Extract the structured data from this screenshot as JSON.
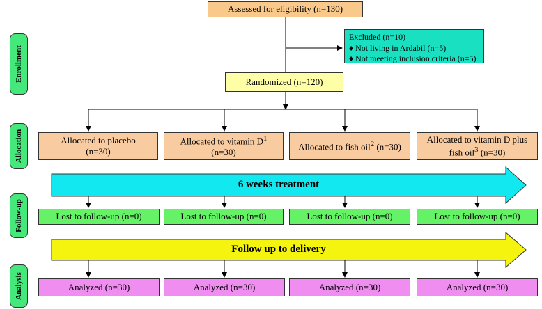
{
  "stages": {
    "enrollment": "Enrollment",
    "allocation": "Allocation",
    "followup": "Follow-up",
    "analysis": "Analysis"
  },
  "top": {
    "assessed": "Assessed for eligibility (n=130)",
    "randomized": "Randomized (n=120)"
  },
  "excluded": {
    "title": "Excluded (n=10)",
    "bullet": "♦",
    "items": [
      "Not living in Ardabil (n=5)",
      "Not meeting inclusion criteria (n=5)"
    ]
  },
  "allocation": [
    {
      "line1": "Allocated to placebo",
      "sup": "",
      "line2": "(n=30)"
    },
    {
      "line1": "Allocated to vitamin D",
      "sup": "1",
      "line2": "(n=30)"
    },
    {
      "line1": "Allocated to fish oil",
      "sup": "2",
      "line2": " (n=30)"
    },
    {
      "line1": "Allocated to vitamin D plus",
      "line2": "fish oil",
      "sup": "3",
      "line3": " (n=30)"
    }
  ],
  "treatment": "6 weeks treatment",
  "lost": [
    "Lost to follow-up (n=0)",
    "Lost to follow-up (n=0)",
    "Lost to follow-up (n=0)",
    "Lost to follow-up (n=0)"
  ],
  "delivery": "Follow up to delivery",
  "analyzed": [
    "Analyzed (n=30)",
    "Analyzed (n=30)",
    "Analyzed (n=30)",
    "Analyzed (n=30)"
  ],
  "colors": {
    "assessed": "#f9c98c",
    "randomized": "#fefea6",
    "excluded": "#19e0c0",
    "allocation": "#f9cba0",
    "treatment_band": "#11e8f0",
    "lost": "#66f266",
    "delivery_band": "#f4f40e",
    "analyzed": "#ef8ef0",
    "stage": "#45e87a"
  }
}
